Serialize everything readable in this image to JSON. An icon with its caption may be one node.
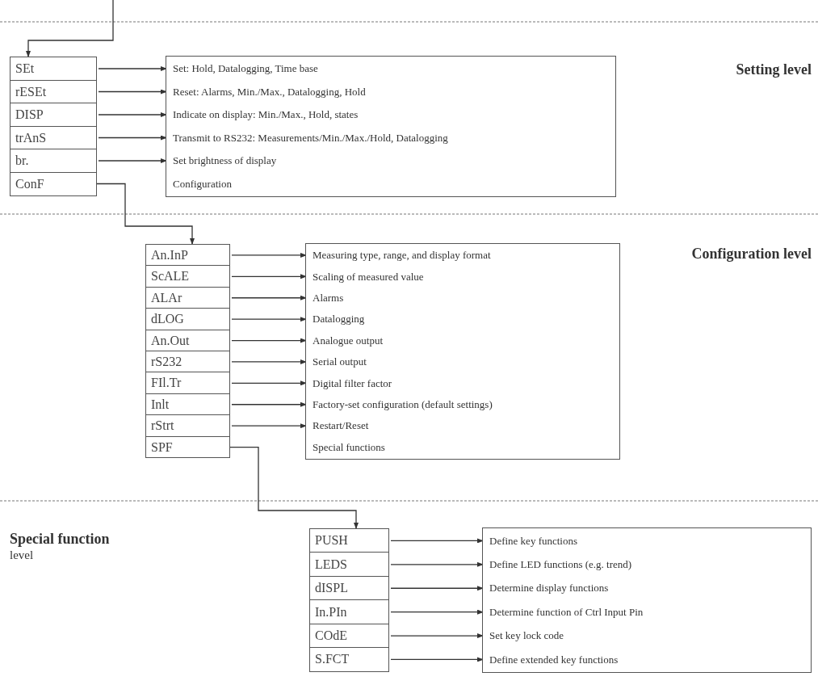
{
  "diagram": {
    "nodes": [
      {
        "text": [
          "SEt"
        ]
      },
      {
        "text": [
          "rESEt"
        ]
      },
      {
        "text": [
          "DISP"
        ]
      },
      {
        "text": [
          "trAnS"
        ]
      },
      {
        "text": [
          "br."
        ]
      },
      {
        "text": [
          "ConF"
        ]
      },
      {
        "text": [],
        "shape": "box"
      },
      {
        "text": [
          "Set: Hold, Datalogging, Time base"
        ],
        "in": 6
      },
      {
        "text": [
          "Reset: Alarms, Min./Max., Datalogging, Hold"
        ],
        "in": 6
      },
      {
        "text": [
          "Indicate on display: Min./Max., Hold, states"
        ],
        "in": 6
      },
      {
        "text": [
          "Transmit to RS232: Measurements/Min./Max./Hold, Datalogging"
        ],
        "in": 6
      },
      {
        "text": [
          "Set brightness of display"
        ],
        "in": 6
      },
      {
        "text": [
          "Configuration"
        ],
        "in": 6
      },
      {
        "text": [
          "An.InP"
        ]
      },
      {
        "text": [
          "ScALE"
        ]
      },
      {
        "text": [
          "ALAr"
        ]
      },
      {
        "text": [
          "dLOG"
        ]
      },
      {
        "text": [
          "An.Out"
        ]
      },
      {
        "text": [
          "rS232"
        ]
      },
      {
        "text": [
          "FIl.Tr"
        ]
      },
      {
        "text": [
          "Inlt"
        ]
      },
      {
        "text": [
          "rStrt"
        ]
      },
      {
        "text": [
          "SPF"
        ]
      },
      {
        "text": [],
        "shape": "box"
      },
      {
        "text": [
          "Measuring type, range, and display format"
        ],
        "in": 23
      },
      {
        "text": [
          "Scaling of measured value"
        ],
        "in": 23
      },
      {
        "text": [
          "Alarms"
        ],
        "in": 23
      },
      {
        "text": [
          "Datalogging"
        ],
        "in": 23
      },
      {
        "text": [
          "Analogue output"
        ],
        "in": 23
      },
      {
        "text": [
          "Serial output"
        ],
        "in": 23
      },
      {
        "text": [
          "Digital filter factor"
        ],
        "in": 23
      },
      {
        "text": [
          "Factory-set configuration (default settings)"
        ],
        "in": 23
      },
      {
        "text": [
          "Restart/Reset"
        ],
        "in": 23
      },
      {
        "text": [
          "Special functions"
        ],
        "in": 23
      },
      {
        "text": [
          "PUSH"
        ]
      },
      {
        "text": [
          "LEDS"
        ]
      },
      {
        "text": [
          "dISPL"
        ]
      },
      {
        "text": [
          "In.PIn"
        ]
      },
      {
        "text": [
          "COdE"
        ]
      },
      {
        "text": [
          "S.FCT"
        ]
      },
      {
        "text": [],
        "shape": "box"
      },
      {
        "text": [
          "Define key functions"
        ],
        "in": 40
      },
      {
        "text": [
          "Define LED functions (e.g. trend)"
        ],
        "in": 40
      },
      {
        "text": [
          "Determine display functions"
        ],
        "in": 40
      },
      {
        "text": [
          "Determine function of Ctrl Input Pin"
        ],
        "in": 40
      },
      {
        "text": [
          "Set key lock code"
        ],
        "in": 40
      },
      {
        "text": [
          "Define extended key functions"
        ],
        "in": 40
      }
    ],
    "edges": [
      {
        "from": null,
        "to": 0,
        "arrow": "to"
      },
      {
        "from": 0,
        "to": 7,
        "arrow": "to"
      },
      {
        "from": 1,
        "to": 8,
        "arrow": "to"
      },
      {
        "from": 2,
        "to": 9,
        "arrow": "to"
      },
      {
        "from": 3,
        "to": 10,
        "arrow": "to"
      },
      {
        "from": 4,
        "to": 11,
        "arrow": "to"
      },
      {
        "from": 5,
        "to": 13,
        "arrow": "to"
      },
      {
        "from": 13,
        "to": 24,
        "arrow": "to"
      },
      {
        "from": 14,
        "to": 25,
        "arrow": "to"
      },
      {
        "from": 15,
        "to": 26,
        "arrow": "to"
      },
      {
        "from": 16,
        "to": 27,
        "arrow": "to"
      },
      {
        "from": 17,
        "to": 28,
        "arrow": "to"
      },
      {
        "from": 18,
        "to": 29,
        "arrow": "to"
      },
      {
        "from": 19,
        "to": 30,
        "arrow": "to"
      },
      {
        "from": 20,
        "to": 31,
        "arrow": "to"
      },
      {
        "from": 21,
        "to": 32,
        "arrow": "to"
      },
      {
        "from": 22,
        "to": 34,
        "arrow": "to"
      },
      {
        "from": 34,
        "to": 41,
        "arrow": "to"
      },
      {
        "from": 35,
        "to": 42,
        "arrow": "to"
      },
      {
        "from": 36,
        "to": 43,
        "arrow": "to"
      },
      {
        "from": 37,
        "to": 44,
        "arrow": "to"
      },
      {
        "from": 38,
        "to": 45,
        "arrow": "to"
      },
      {
        "from": 39,
        "to": 46,
        "arrow": "to"
      }
    ],
    "labels": [
      "Setting level",
      "Configuration level",
      "Special function",
      "level"
    ]
  }
}
